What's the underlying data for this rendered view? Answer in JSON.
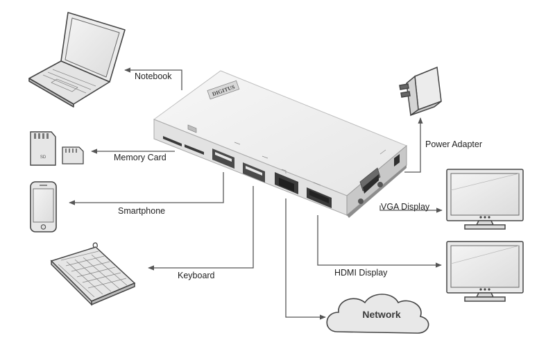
{
  "hub": {
    "brand": "DIGITUS"
  },
  "labels": {
    "notebook": "Notebook",
    "memory_card": "Memory Card",
    "smartphone": "Smartphone",
    "keyboard": "Keyboard",
    "power_adapter": "Power Adapter",
    "vga_display": "VGA Display",
    "hdmi_display": "HDMI Display",
    "network": "Network"
  },
  "colors": {
    "line": "#555555",
    "device_fill": "#e9e9e9",
    "device_stroke": "#4a4a4a",
    "hub_body": "#f0f0f0",
    "hub_side": "#c4c4c4"
  }
}
